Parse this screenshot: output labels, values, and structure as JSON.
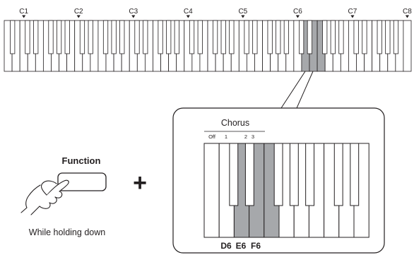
{
  "keyboard": {
    "octave_labels": [
      "C1",
      "C2",
      "C3",
      "C4",
      "C5",
      "C6",
      "C7",
      "C8"
    ],
    "highlighted_keys": [
      "D6",
      "E6",
      "F6"
    ],
    "highlight_color": "#a6a8ab"
  },
  "callout": {
    "title": "Chorus",
    "scale_labels": [
      "Off",
      "1",
      "2",
      "3"
    ],
    "key_labels": [
      "D6",
      "E6",
      "F6"
    ]
  },
  "instruction": {
    "button_label": "Function",
    "plus_sign": "+",
    "hint": "While holding down",
    "icon": "hand-pressing-button-icon"
  }
}
